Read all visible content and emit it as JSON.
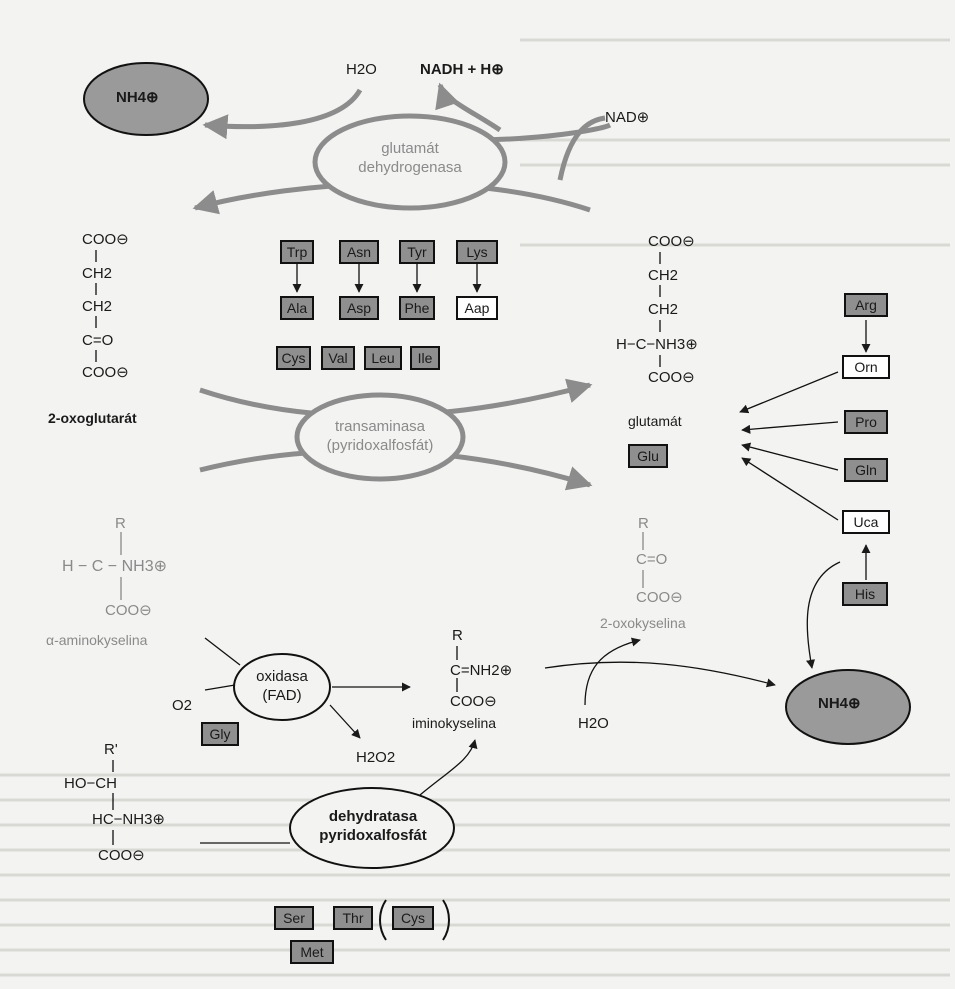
{
  "top": {
    "water": "H2O",
    "nadh": "NADH + H⊕",
    "nad": "NAD⊕",
    "nh4_top": "NH4⊕",
    "enzyme1_line1": "glutamát",
    "enzyme1_line2": "dehydrogenasa"
  },
  "oxoglutarate": {
    "l1": "COO⊖",
    "l2": "CH2",
    "l3": "CH2",
    "l4": "C=O",
    "l5": "COO⊖",
    "name": "2-oxoglutarát"
  },
  "glutamate": {
    "l1": "COO⊖",
    "l2": "CH2",
    "l3": "CH2",
    "l4": "H−C−NH3⊕",
    "l5": "COO⊖",
    "name": "glutamát",
    "tag": "Glu"
  },
  "amino_groups": {
    "row1": [
      "Trp",
      "Asn",
      "Tyr",
      "Lys"
    ],
    "row2": [
      "Ala",
      "Asp",
      "Phe",
      "Aap"
    ],
    "row3": [
      "Cys",
      "Val",
      "Leu",
      "Ile"
    ]
  },
  "transamination": {
    "line1": "transaminasa",
    "line2": "(pyridoxalfosfát)"
  },
  "right_column": [
    "Arg",
    "Orn",
    "Pro",
    "Gln",
    "Uca",
    "His"
  ],
  "amino_acid": {
    "r": "R",
    "middle": "H − C − NH3⊕",
    "coo": "COO⊖",
    "name": "α-aminokyselina"
  },
  "oxoacid": {
    "r": "R",
    "c": "C=O",
    "coo": "COO⊖",
    "name": "2-oxokyselina"
  },
  "oxidase": {
    "line1": "oxidasa",
    "line2": "(FAD)",
    "o2": "O2",
    "gly": "Gly",
    "h2o2": "H2O2"
  },
  "iminoacid": {
    "r": "R",
    "c": "C=NH2⊕",
    "coo": "COO⊖",
    "name": "iminokyselina",
    "water": "H2O"
  },
  "nh4_bottom": "NH4⊕",
  "hydroxy": {
    "r": "R'",
    "l2": "HO−CH",
    "l3": "HC−NH3⊕",
    "l4": "COO⊖"
  },
  "dehydratase": {
    "line1": "dehydratasa",
    "line2": "pyridoxalfosfát",
    "boxes": [
      "Ser",
      "Thr",
      "Cys",
      "Met"
    ]
  },
  "colors": {
    "box_fill": "#8f8f8f",
    "ellipse_fill": "#9a9a9a",
    "arrow": "#8c8c8c",
    "ink": "#1a1a1a"
  }
}
